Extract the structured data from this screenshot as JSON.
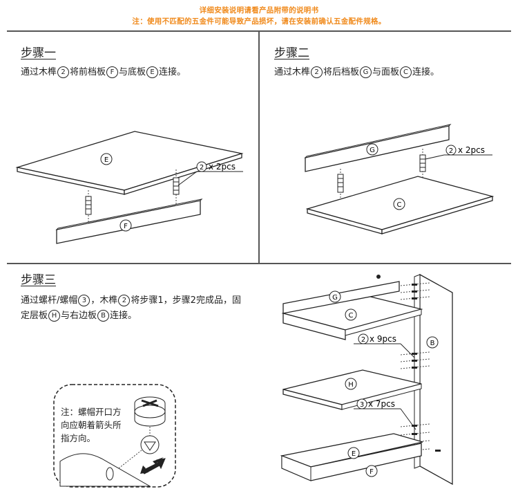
{
  "notice": {
    "line1": "详细安装说明请看产品附带的说明书",
    "line2": "注：使用不匹配的五金件可能导致产品损坏，请在安装前确认五金配件规格。",
    "color": "#f08a1c"
  },
  "step1": {
    "title": "步骤一",
    "desc_pre": "通过木榫",
    "desc_mid1": "将前档板",
    "desc_mid2": "与底板",
    "desc_post": "连接。",
    "dowel_mark": "2",
    "front_mark": "F",
    "bottom_mark": "E",
    "board_top_label": "E",
    "board_front_label": "F",
    "callout_mark": "2",
    "callout_qty": "x 2pcs"
  },
  "step2": {
    "title": "步骤二",
    "desc_pre": "通过木榫",
    "desc_mid1": "将后档板",
    "desc_mid2": "与面板",
    "desc_post": "连接。",
    "dowel_mark": "2",
    "back_mark": "G",
    "panel_mark": "C",
    "board_back_label": "G",
    "board_panel_label": "C",
    "callout_mark": "2",
    "callout_qty": "x 2pcs"
  },
  "step3": {
    "title": "步骤三",
    "desc_line1_pre": "通过螺杆/螺帽",
    "desc_line1_mid": "，木榫",
    "desc_line1_post": "将步骤1，步骤2完成品，固",
    "desc_line2_pre": "定层板",
    "desc_line2_mid": "与右边板",
    "desc_line2_post": "连接。",
    "nut_mark": "3",
    "dowel_mark": "2",
    "shelf_mark": "H",
    "side_mark": "B",
    "labels": {
      "back": "G",
      "top_shelf": "C",
      "side": "B",
      "middle_shelf": "H",
      "bottom_shelf": "E",
      "front": "F"
    },
    "callout1_mark": "2",
    "callout1_qty": "x 9pcs",
    "callout2_mark": "3",
    "callout2_qty": "x 7pcs"
  },
  "note": {
    "line1": "注：螺帽开口方",
    "line2": "向应朝着箭头所",
    "line3": "指方向。"
  }
}
